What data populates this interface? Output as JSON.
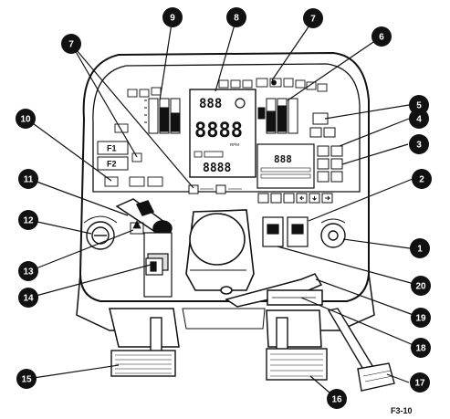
{
  "figure": {
    "label": "F3-10"
  },
  "callouts": [
    {
      "id": "1",
      "label": "1"
    },
    {
      "id": "2",
      "label": "2"
    },
    {
      "id": "3",
      "label": "3"
    },
    {
      "id": "4",
      "label": "4"
    },
    {
      "id": "5",
      "label": "5"
    },
    {
      "id": "6",
      "label": "6"
    },
    {
      "id": "7a",
      "label": "7"
    },
    {
      "id": "7b",
      "label": "7"
    },
    {
      "id": "8",
      "label": "8"
    },
    {
      "id": "9",
      "label": "9"
    },
    {
      "id": "10",
      "label": "10"
    },
    {
      "id": "11",
      "label": "11"
    },
    {
      "id": "12",
      "label": "12"
    },
    {
      "id": "13",
      "label": "13"
    },
    {
      "id": "14",
      "label": "14"
    },
    {
      "id": "15",
      "label": "15"
    },
    {
      "id": "16",
      "label": "16"
    },
    {
      "id": "17",
      "label": "17"
    },
    {
      "id": "18",
      "label": "18"
    },
    {
      "id": "19",
      "label": "19"
    },
    {
      "id": "20",
      "label": "20"
    }
  ],
  "dashboard": {
    "center_top_digits": "888",
    "center_main_digits": "8888",
    "center_rpm_label": "RPM",
    "center_bottom_digits": "8888",
    "right_display_digits": "888",
    "button_f1": "F1",
    "button_f2": "F2"
  }
}
